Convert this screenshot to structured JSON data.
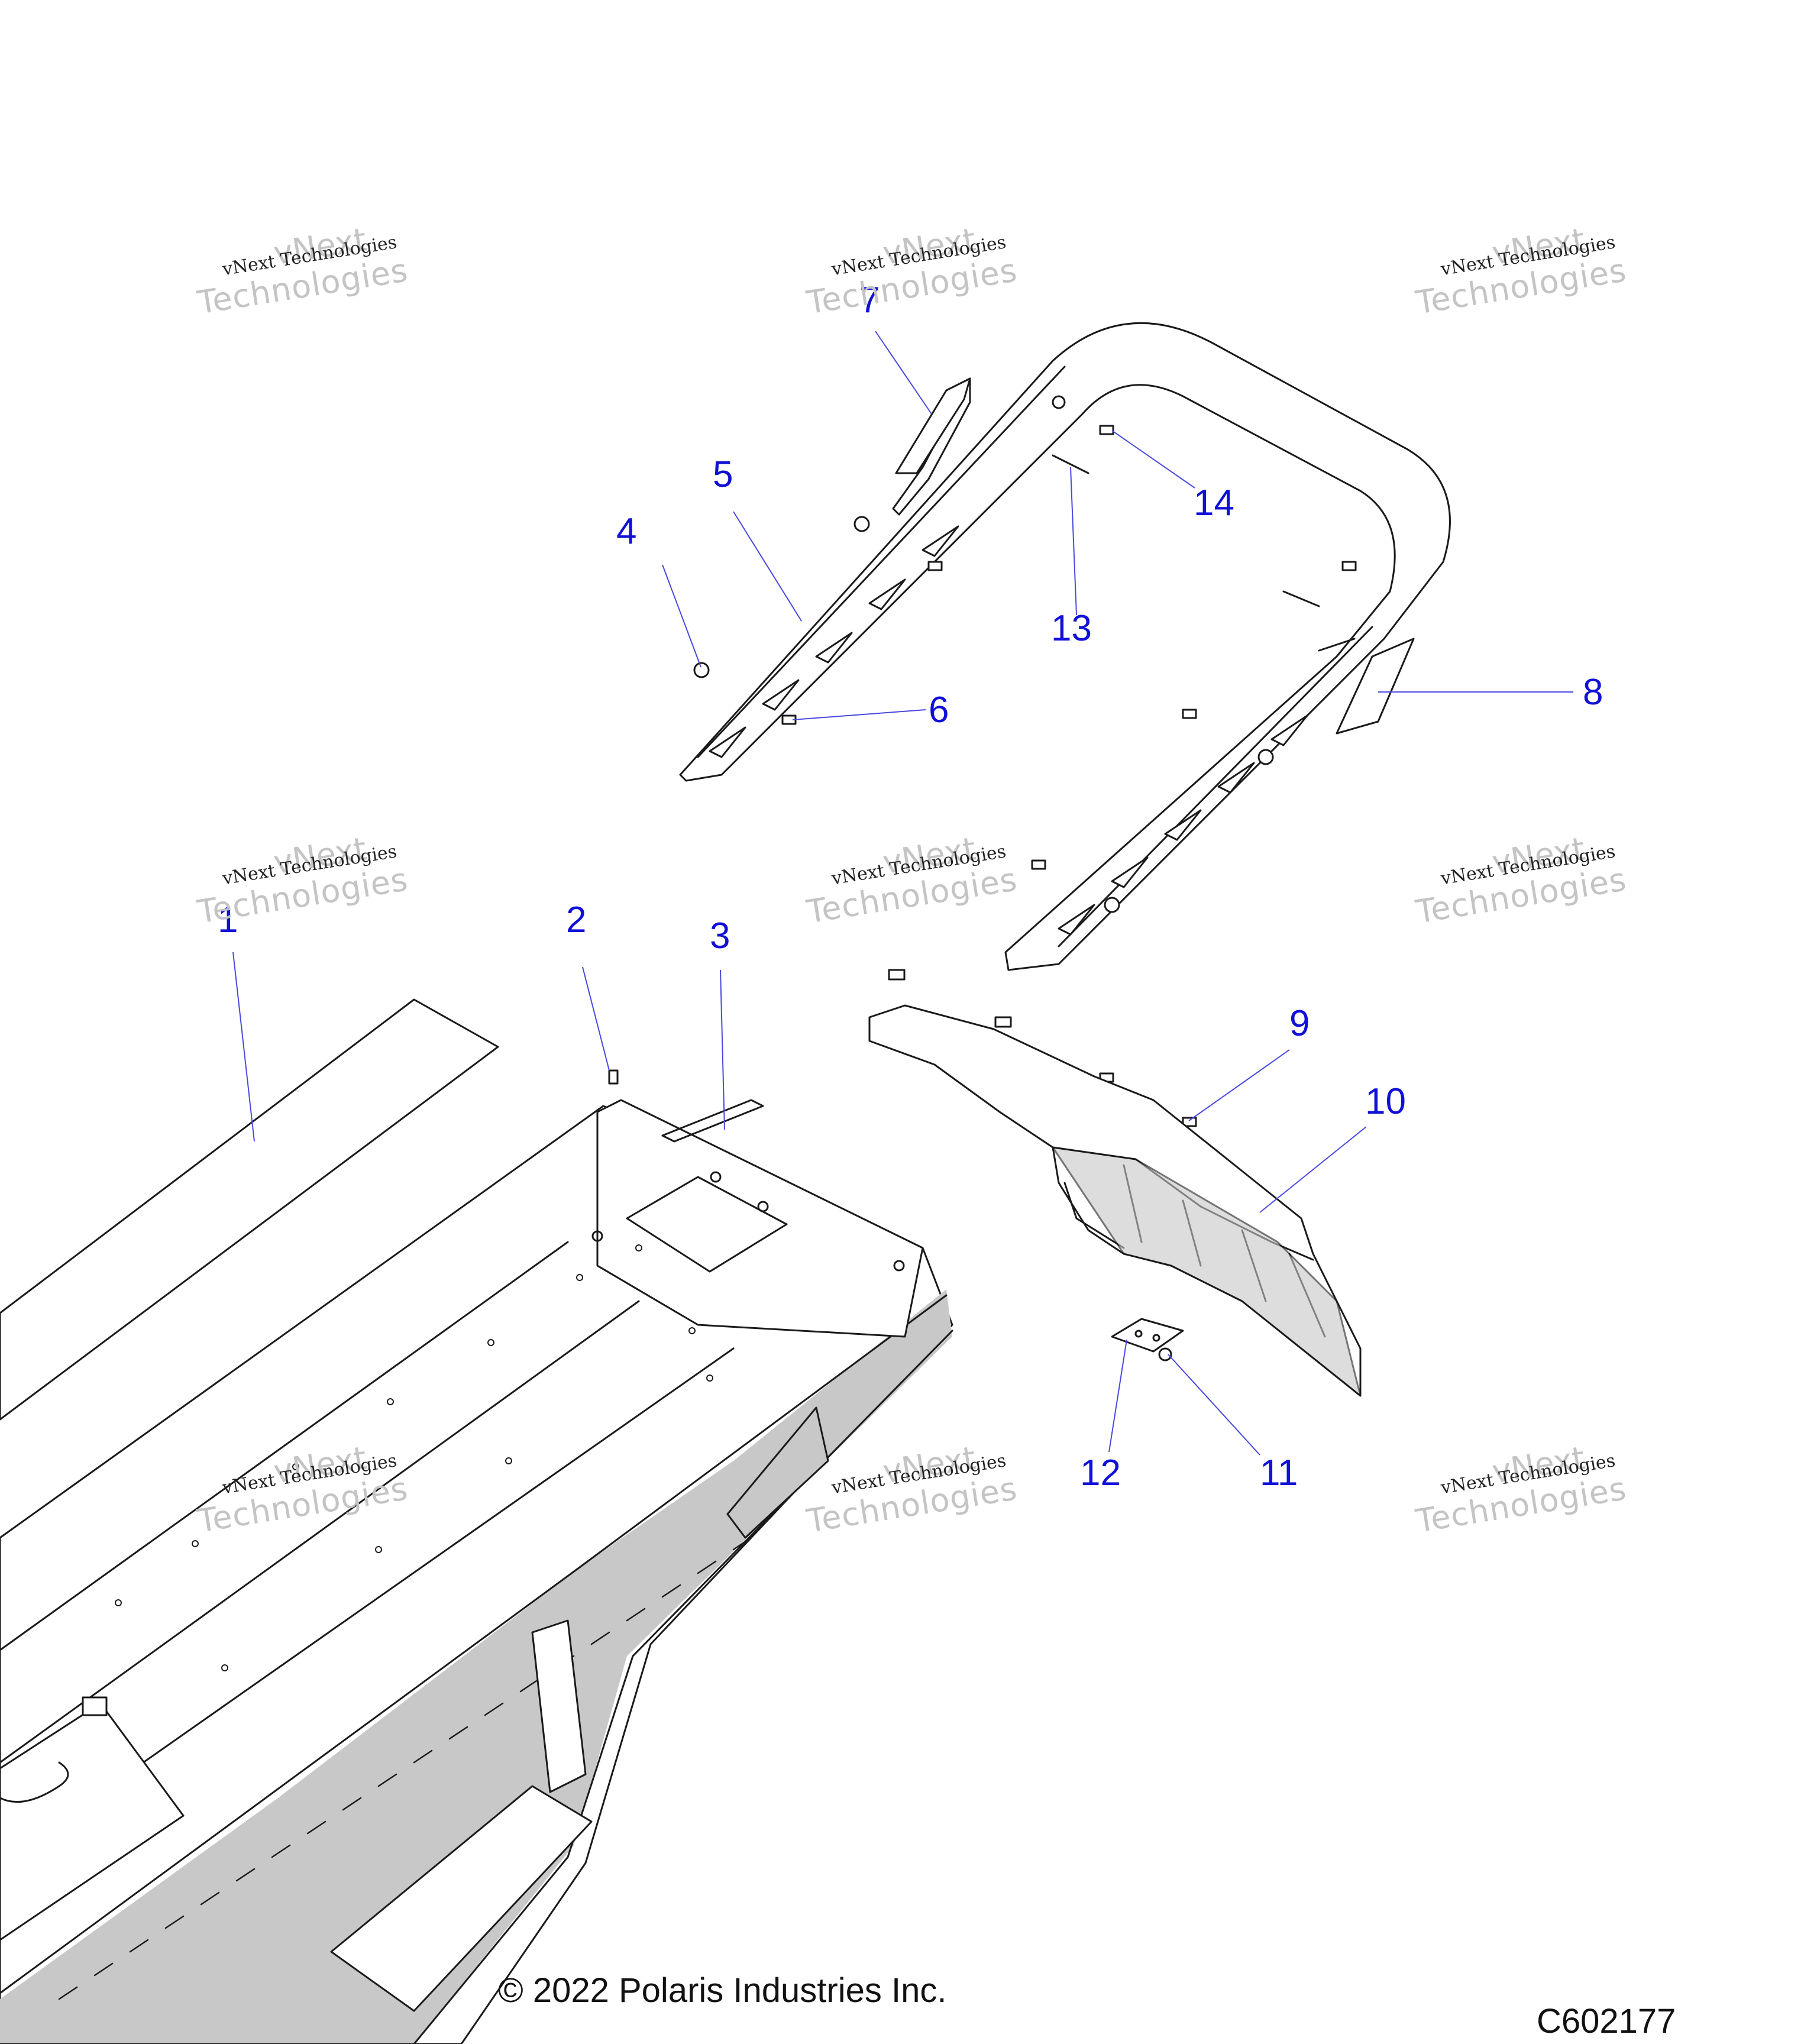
{
  "callouts": [
    "1",
    "2",
    "3",
    "4",
    "5",
    "6",
    "7",
    "8",
    "9",
    "10",
    "11",
    "12",
    "13",
    "14"
  ],
  "watermark": {
    "line_top": "vNext",
    "line_small": "vNext Technologies",
    "line_big": "Technologies"
  },
  "footer": {
    "copyright": "© 2022 Polaris Industries Inc.",
    "diagram_id": "C602177"
  },
  "colors": {
    "callout": "#1010d8",
    "line": "#1a1a1a",
    "shade": "#c8c8c8"
  }
}
